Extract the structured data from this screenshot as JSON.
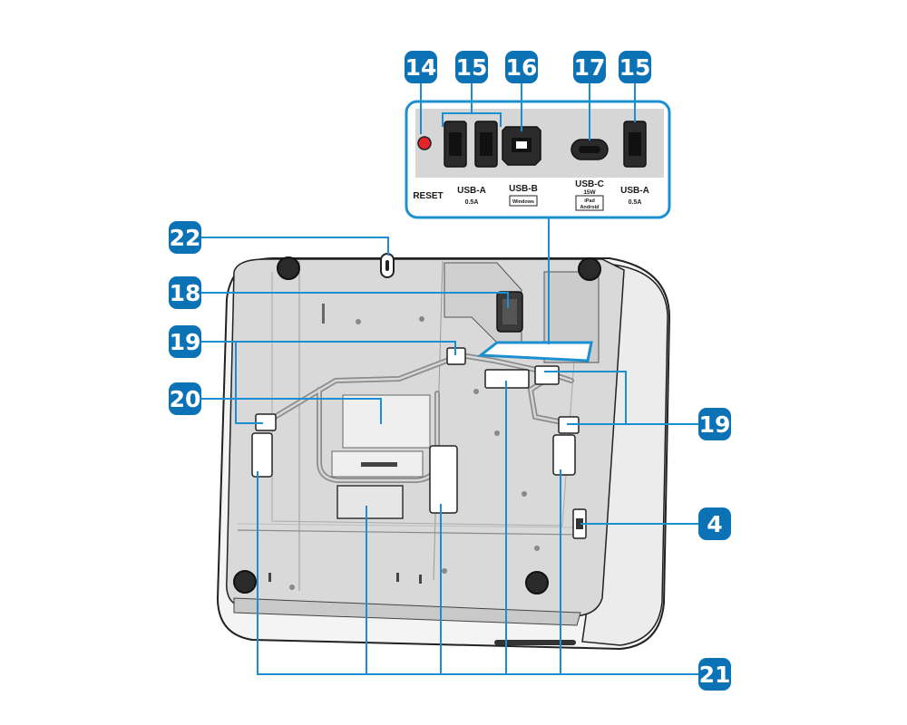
{
  "colors": {
    "callout": "#0b72b5",
    "leader": "#1c8fd1",
    "device_body": "#f2f2f2",
    "device_tray": "#dcdcdc",
    "outline": "#222222",
    "reset_button": "#e3242b"
  },
  "port_panel": {
    "labels": {
      "reset": "RESET",
      "usb_a_left": "USB-A",
      "usb_a_left_power": "0.5A",
      "usb_b": "USB-B",
      "usb_b_note": "Windows",
      "usb_c": "USB-C",
      "usb_c_power": "15W",
      "usb_c_note_1": "iPad",
      "usb_c_note_2": "Android",
      "usb_a_right": "USB-A",
      "usb_a_right_power": "0.5A"
    }
  },
  "callouts": [
    {
      "id": "c14",
      "number": "14",
      "part": "reset-button"
    },
    {
      "id": "c15a",
      "number": "15",
      "part": "usb-a-ports-left"
    },
    {
      "id": "c16",
      "number": "16",
      "part": "usb-b-port"
    },
    {
      "id": "c17",
      "number": "17",
      "part": "usb-c-port"
    },
    {
      "id": "c15b",
      "number": "15",
      "part": "usb-a-port-right"
    },
    {
      "id": "c22",
      "number": "22",
      "part": "top-latch"
    },
    {
      "id": "c18",
      "number": "18",
      "part": "cable-connector"
    },
    {
      "id": "c19a",
      "number": "19",
      "part": "cable-clips-left"
    },
    {
      "id": "c20",
      "number": "20",
      "part": "center-label"
    },
    {
      "id": "c19b",
      "number": "19",
      "part": "cable-clips-right"
    },
    {
      "id": "c4",
      "number": "4",
      "part": "side-connector"
    },
    {
      "id": "c21",
      "number": "21",
      "part": "cable-slots"
    }
  ]
}
